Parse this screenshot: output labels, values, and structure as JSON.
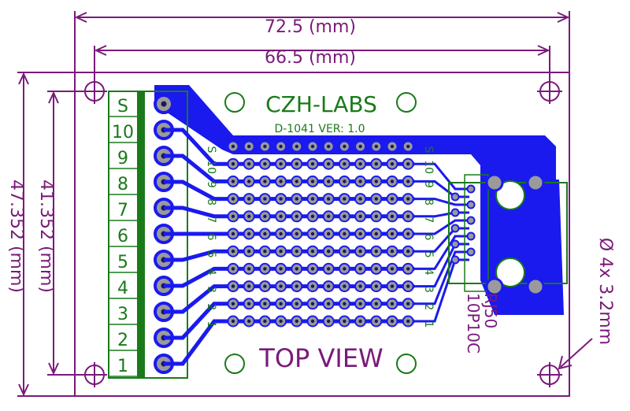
{
  "dimensions": {
    "outer_width": "72.5 (mm)",
    "inner_width": "66.5 (mm)",
    "outer_height": "47.352 (mm)",
    "inner_height": "41.352 (mm)",
    "holes": "Ø 4x 3.2mm"
  },
  "board": {
    "brand": "CZH-LABS",
    "model": "D-1041  VER: 1.0",
    "view_label": "TOP VIEW",
    "connector_label_1": "RJ50",
    "connector_label_2": "10P10C"
  },
  "terminal_labels": [
    "S",
    "10",
    "9",
    "8",
    "7",
    "6",
    "5",
    "4",
    "3",
    "2",
    "1"
  ],
  "row_labels": [
    "S",
    "10",
    "9",
    "8",
    "7",
    "6",
    "5",
    "4",
    "3",
    "2",
    "1"
  ],
  "colors": {
    "board_copper": "#1a1aee",
    "silkscreen": "#1a7a1a",
    "dimension": "#7a1a7a",
    "pad": "#9a9a9a"
  }
}
